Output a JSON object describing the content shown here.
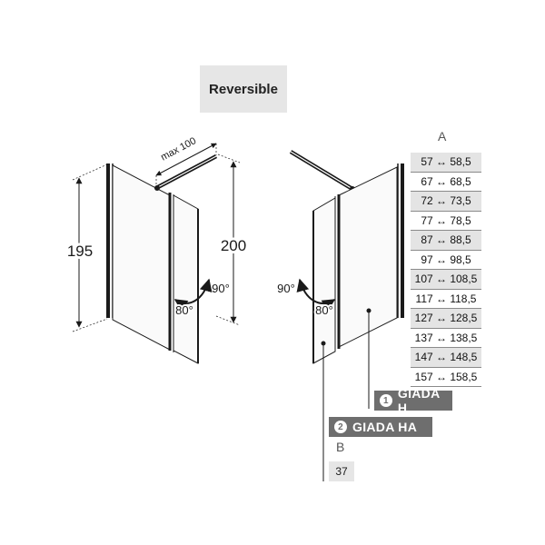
{
  "header": {
    "badge": "Reversible"
  },
  "dimensions": {
    "width_max": "max 100",
    "height_frame": "200",
    "height_panel": "195",
    "angle_left_a": "90°",
    "angle_left_b": "80°",
    "angle_right_a": "90°",
    "angle_right_b": "80°"
  },
  "columns": {
    "a": "A",
    "b": "B"
  },
  "sizes": [
    "57 ↔ 58,5",
    "67 ↔ 68,5",
    "72 ↔ 73,5",
    "77 ↔ 78,5",
    "87 ↔ 88,5",
    "97 ↔ 98,5",
    "107 ↔ 108,5",
    "117 ↔ 118,5",
    "127 ↔ 128,5",
    "137 ↔ 138,5",
    "147 ↔ 148,5",
    "157 ↔ 158,5"
  ],
  "models": [
    {
      "number": "1",
      "name": "GIADA H"
    },
    {
      "number": "2",
      "name": "GIADA HA"
    }
  ],
  "b_value": "37",
  "colors": {
    "tag_bg": "#6e6e6e",
    "shade": "#e4e4e4",
    "line": "#1a1a1a"
  }
}
